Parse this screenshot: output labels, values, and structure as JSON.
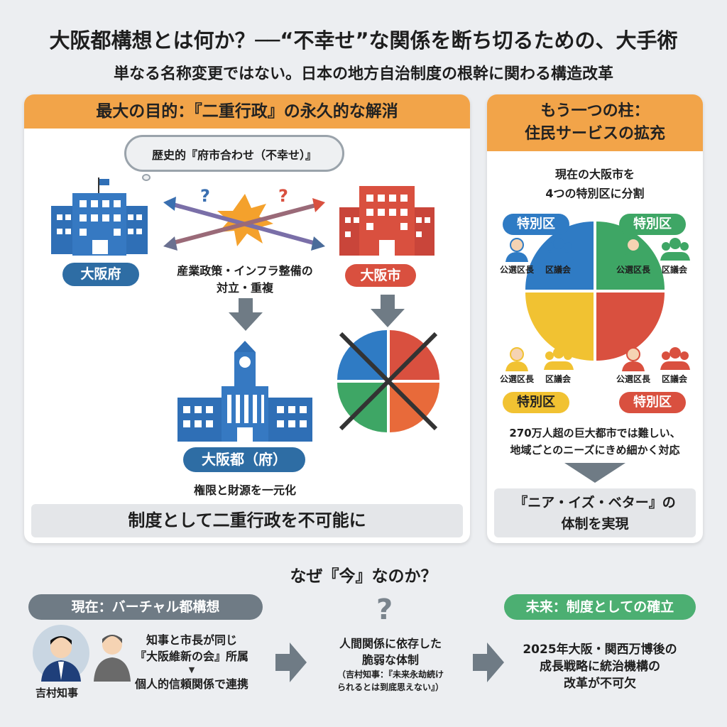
{
  "title": "大阪都構想とは何か？──“不幸せ”な関係を断ち切るための、大手術",
  "subtitle": "単なる名称変更ではない。日本の地方自治制度の根幹に関わる構造改革",
  "left": {
    "header": "最大の目的：『二重行政』の永久的な解消",
    "cloud": "歴史的『府市合わせ（不幸せ）』",
    "pref_label": "大阪府",
    "city_label": "大阪市",
    "conflict": [
      "産業政策・インフラ整備の",
      "対立・重複"
    ],
    "qmark": "?",
    "metro_label": "大阪都（府）",
    "metro_desc": "権限と財源を一元化",
    "bottom": "制度として二重行政を不可能に"
  },
  "right": {
    "header": [
      "もう一つの柱：",
      "住民サービスの拡充"
    ],
    "intro": [
      "現在の大阪市を",
      "4つの特別区に分割"
    ],
    "ward_label": "特別区",
    "mayor": "公選区長",
    "council": "区議会",
    "colors": [
      "#2f7bc4",
      "#3ea665",
      "#f1c232",
      "#d9503f"
    ],
    "desc": [
      "270万人超の巨大都市では難しい、",
      "地域ごとのニーズにきめ細かく対応"
    ],
    "result": [
      "『ニア・イズ・ベター』の",
      "体制を実現"
    ]
  },
  "why": {
    "title": "なぜ『今』なのか？",
    "now_label": "現在：バーチャル都構想",
    "future_label": "未来：制度としての確立",
    "person": "吉村知事",
    "now_text": [
      "知事と市長が同じ",
      "『大阪維新の会』所属"
    ],
    "now_text2": "個人的信頼関係で連携",
    "qmark": "?",
    "middle": [
      "人間関係に依存した",
      "脆弱な体制"
    ],
    "quote": [
      "（吉村知事：『未来永劫続け",
      "られるとは到底思えない』）"
    ],
    "future": [
      "2025年大阪・関西万博後の",
      "成長戦略に統治機構の",
      "改革が不可欠"
    ]
  }
}
